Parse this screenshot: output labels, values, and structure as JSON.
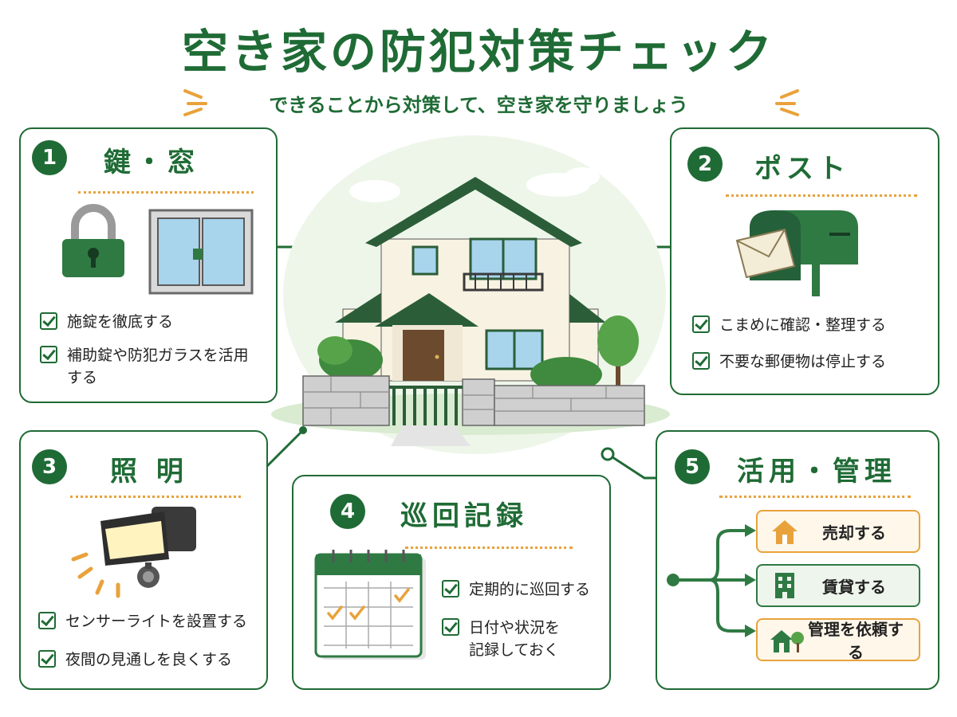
{
  "header": {
    "title": "空き家の防犯対策チェック",
    "subtitle": "できることから対策して、空き家を守りましょう"
  },
  "colors": {
    "primary": "#1f6b35",
    "accent": "#e9a23b",
    "card_border": "#1f6b35"
  },
  "cards": [
    {
      "number": "1",
      "title": "鍵・窓",
      "icons": [
        "padlock-icon",
        "window-icon"
      ],
      "items": [
        "施錠を徹底する",
        "補助錠や防犯ガラスを活用する"
      ]
    },
    {
      "number": "2",
      "title": "ポスト",
      "icons": [
        "mailbox-icon",
        "envelope-icon"
      ],
      "items": [
        "こまめに確認・整理する",
        "不要な郵便物は停止する"
      ]
    },
    {
      "number": "3",
      "title": "照 明",
      "icons": [
        "sensor-light-icon"
      ],
      "items": [
        "センサーライトを設置する",
        "夜間の見通しを良くする"
      ]
    },
    {
      "number": "4",
      "title": "巡回記録",
      "icons": [
        "calendar-icon"
      ],
      "items": [
        "定期的に巡回する",
        "日付や状況を記録しておく"
      ]
    },
    {
      "number": "5",
      "title": "活用・管理",
      "icons": [
        "branch-arrow-icon"
      ],
      "options": [
        {
          "label": "売却する",
          "icon": "house-icon"
        },
        {
          "label": "賃貸する",
          "icon": "building-icon"
        },
        {
          "label": "管理を依頼する",
          "icon": "house-tree-icon"
        }
      ]
    }
  ]
}
